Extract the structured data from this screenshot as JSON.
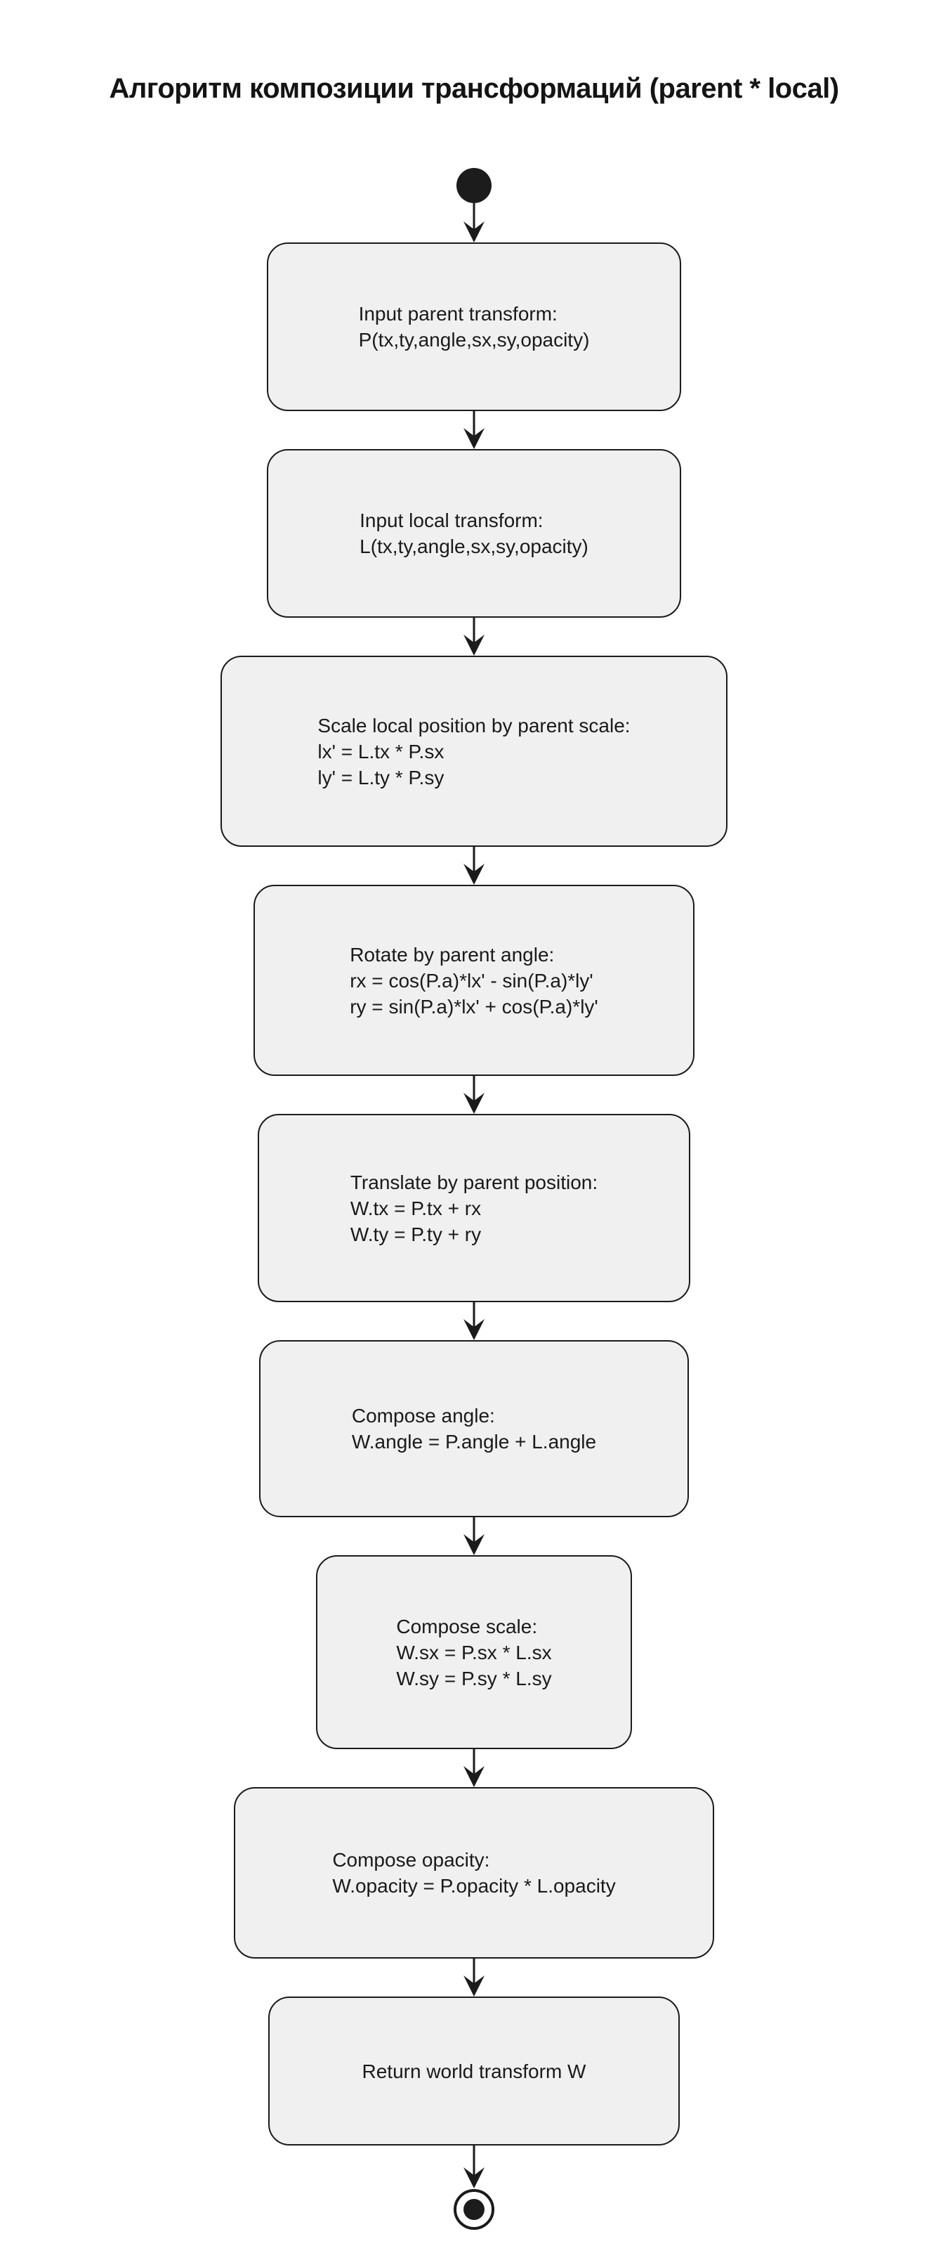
{
  "diagram": {
    "type": "activity-flowchart",
    "title": "Алгоритм композиции трансформаций (parent * local)",
    "colors": {
      "background": "#ffffff",
      "node_fill": "#f0f0f0",
      "node_border": "#1b1b1b",
      "text": "#1a1a1a",
      "arrow": "#1b1b1b",
      "start_end_node": "#1c1c1c"
    },
    "nodes": [
      {
        "id": "input-parent",
        "lines": [
          "Input parent transform:",
          "P(tx,ty,angle,sx,sy,opacity)"
        ]
      },
      {
        "id": "input-local",
        "lines": [
          "Input local transform:",
          "L(tx,ty,angle,sx,sy,opacity)"
        ]
      },
      {
        "id": "scale-position",
        "lines": [
          "Scale local position by parent scale:",
          "lx' = L.tx * P.sx",
          "ly' = L.ty * P.sy"
        ]
      },
      {
        "id": "rotate",
        "lines": [
          "Rotate by parent angle:",
          "rx = cos(P.a)*lx' - sin(P.a)*ly'",
          "ry = sin(P.a)*lx' + cos(P.a)*ly'"
        ]
      },
      {
        "id": "translate",
        "lines": [
          "Translate by parent position:",
          "W.tx = P.tx + rx",
          "W.ty = P.ty + ry"
        ]
      },
      {
        "id": "compose-angle",
        "lines": [
          "Compose angle:",
          "W.angle = P.angle + L.angle"
        ]
      },
      {
        "id": "compose-scale",
        "lines": [
          "Compose scale:",
          "W.sx = P.sx * L.sx",
          "W.sy = P.sy * L.sy"
        ]
      },
      {
        "id": "compose-opacity",
        "lines": [
          "Compose opacity:",
          "W.opacity = P.opacity * L.opacity"
        ]
      },
      {
        "id": "return-world",
        "lines": [
          "Return world transform W"
        ]
      }
    ]
  }
}
